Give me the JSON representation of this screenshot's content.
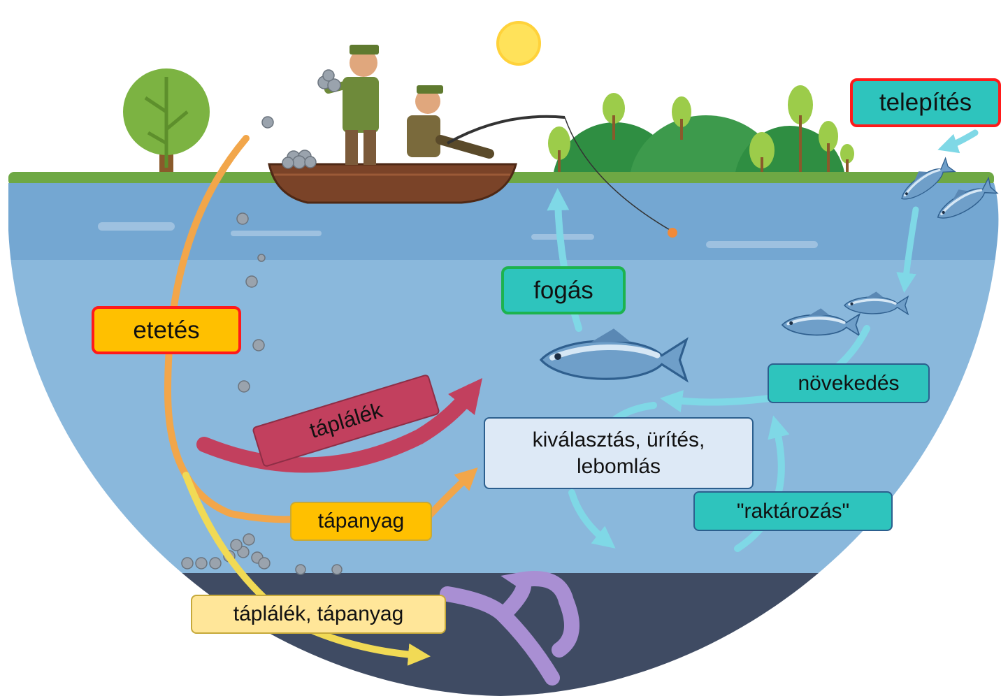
{
  "labels": {
    "telepites": "telepítés",
    "etetes": "etetés",
    "fogas": "fogás",
    "taplalek": "táplálék",
    "novekedes": "növekedés",
    "kivalasztas": "kiválasztás, ürítés, lebomlás",
    "raktarozas": "\"raktározás\"",
    "tapanyag": "tápanyag",
    "taplalek_tapanyag": "táplálék, tápanyag"
  },
  "colors": {
    "water": "#8ab8dc",
    "water_light": "#aacbe6",
    "sediment": "#3f4b63",
    "grass": "#6ea844",
    "hill": "#3d9a4c",
    "accent_teal": "#2ec4bd",
    "accent_orange": "#ffc000",
    "accent_red": "#c2405e",
    "arrow_cyan": "#7fd8e6",
    "arrow_orange": "#f2a64a",
    "arrow_yellow": "#f1da55"
  }
}
